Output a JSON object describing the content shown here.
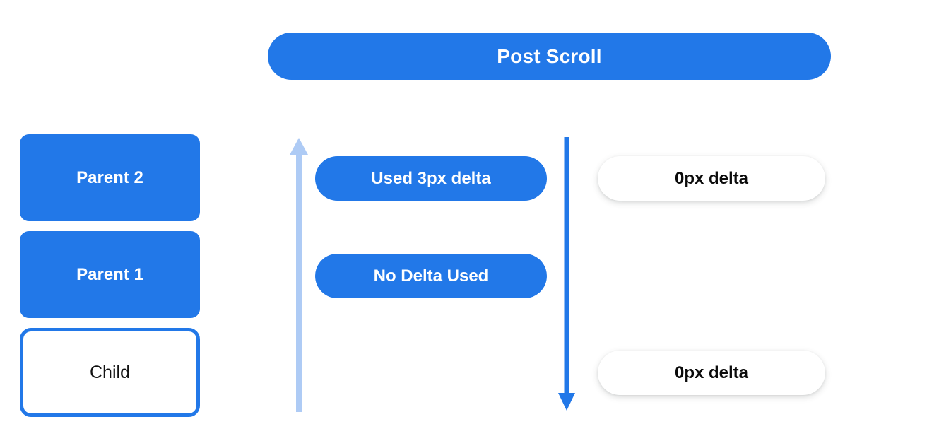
{
  "header": {
    "title": "Post Scroll"
  },
  "colors": {
    "blue": "#2278E8",
    "pale_blue": "#AECBF5",
    "white": "#FFFFFF",
    "text_dark": "#0B0B0B"
  },
  "stack": {
    "items": [
      {
        "label": "Parent 2",
        "style": "filled"
      },
      {
        "label": "Parent 1",
        "style": "filled"
      },
      {
        "label": "Child",
        "style": "outlined"
      }
    ]
  },
  "arrows": [
    {
      "name": "scroll-up-arrow",
      "direction": "up",
      "color": "#AECBF5"
    },
    {
      "name": "scroll-down-arrow",
      "direction": "down",
      "color": "#2278E8"
    }
  ],
  "middle_pills": [
    {
      "label": "Used 3px delta"
    },
    {
      "label": "No Delta Used"
    }
  ],
  "right_pills": [
    {
      "label": "0px delta"
    },
    {
      "label": "0px delta"
    }
  ]
}
